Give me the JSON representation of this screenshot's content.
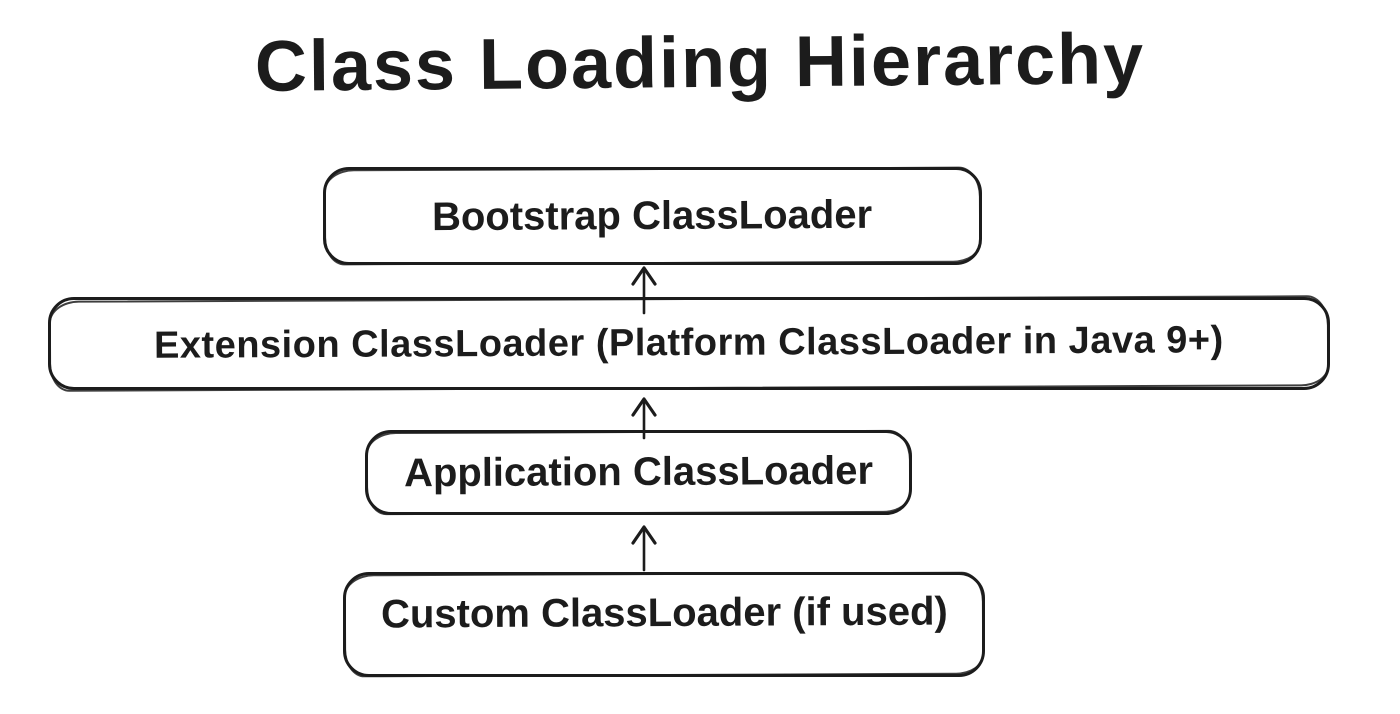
{
  "title": "Class Loading Hierarchy",
  "colors": {
    "background": "#ffffff",
    "stroke": "#1c1c1c",
    "text": "#1c1c1c"
  },
  "diagram": {
    "type": "hierarchy-flow",
    "style": "hand-drawn",
    "arrow_direction": "up",
    "nodes": [
      {
        "id": "bootstrap",
        "label": "Bootstrap ClassLoader"
      },
      {
        "id": "extension",
        "label": "Extension ClassLoader (Platform ClassLoader in Java 9+)"
      },
      {
        "id": "application",
        "label": "Application ClassLoader"
      },
      {
        "id": "custom",
        "label": "Custom ClassLoader (if used)"
      }
    ],
    "edges": [
      {
        "from": "extension",
        "to": "bootstrap",
        "style": "arrow-up"
      },
      {
        "from": "application",
        "to": "extension",
        "style": "arrow-up"
      },
      {
        "from": "custom",
        "to": "application",
        "style": "arrow-up"
      }
    ]
  }
}
